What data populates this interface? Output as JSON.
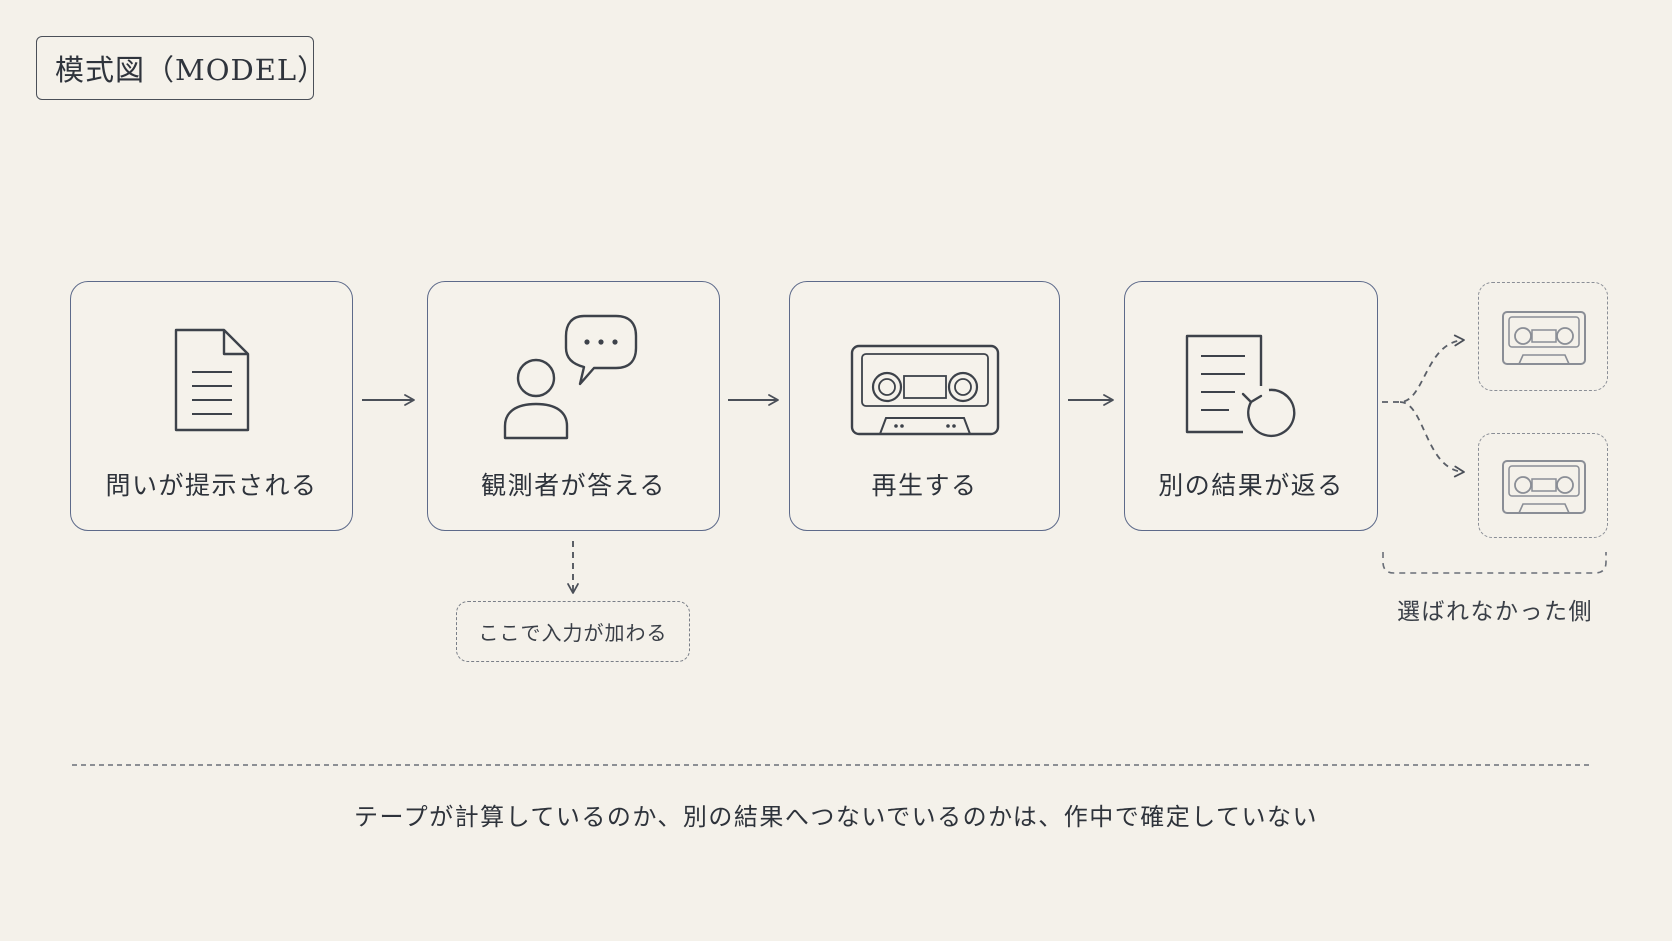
{
  "title": "模式図（MODEL）",
  "stages": [
    {
      "label": "問いが提示される",
      "icon": "document-icon"
    },
    {
      "label": "観測者が答える",
      "icon": "person-speech-icon"
    },
    {
      "label": "再生する",
      "icon": "cassette-tape-icon"
    },
    {
      "label": "別の結果が返る",
      "icon": "document-refresh-icon"
    }
  ],
  "input_note": "ここで入力が加わる",
  "unchosen_label": "選ばれなかった側",
  "alternatives": [
    {
      "icon": "cassette-tape-icon"
    },
    {
      "icon": "cassette-tape-icon"
    }
  ],
  "caption": "テープが計算しているのか、別の結果へつないでいるのかは、作中で確定していない",
  "colors": {
    "background": "#f4f1ea",
    "box_border": "#5d6a8a",
    "line": "#4a4f58",
    "dashed": "#8a8e96"
  }
}
